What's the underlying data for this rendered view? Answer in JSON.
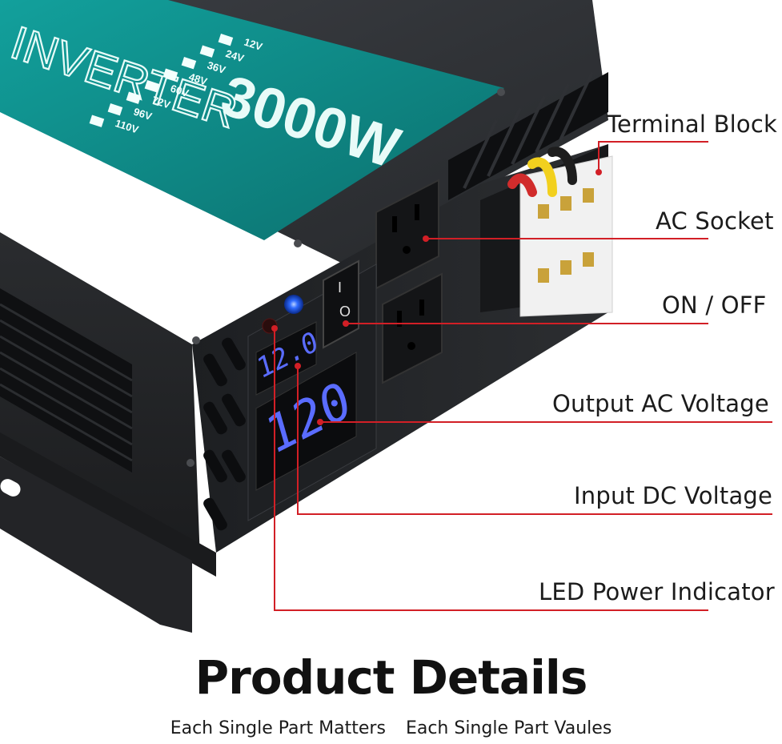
{
  "product": {
    "brand_text": "INVERTER",
    "power_rating": "3000W",
    "voltage_options": [
      "12V",
      "24V",
      "36V",
      "48V",
      "60V",
      "72V",
      "96V",
      "110V"
    ],
    "display_input_dc": "12.0",
    "display_output_ac": "120",
    "switch_top_symbol": "I",
    "switch_bottom_symbol": "O"
  },
  "callouts": {
    "terminal_block": "Terminal Block",
    "ac_socket": "AC Socket",
    "on_off": "ON / OFF",
    "output_ac_voltage": "Output AC Voltage",
    "input_dc_voltage": "Input DC Voltage",
    "led_power_indicator": "LED Power Indicator"
  },
  "footer": {
    "title": "Product Details",
    "tagline_left": "Each Single Part Matters",
    "tagline_right": "Each Single Part Vaules"
  },
  "colors": {
    "leader_line": "#d21f26",
    "panel_teal": "#0f8c8a",
    "body_black": "#2b2d30",
    "display_blue": "#5a6cff",
    "indicator_blue": "#2f6bff"
  }
}
